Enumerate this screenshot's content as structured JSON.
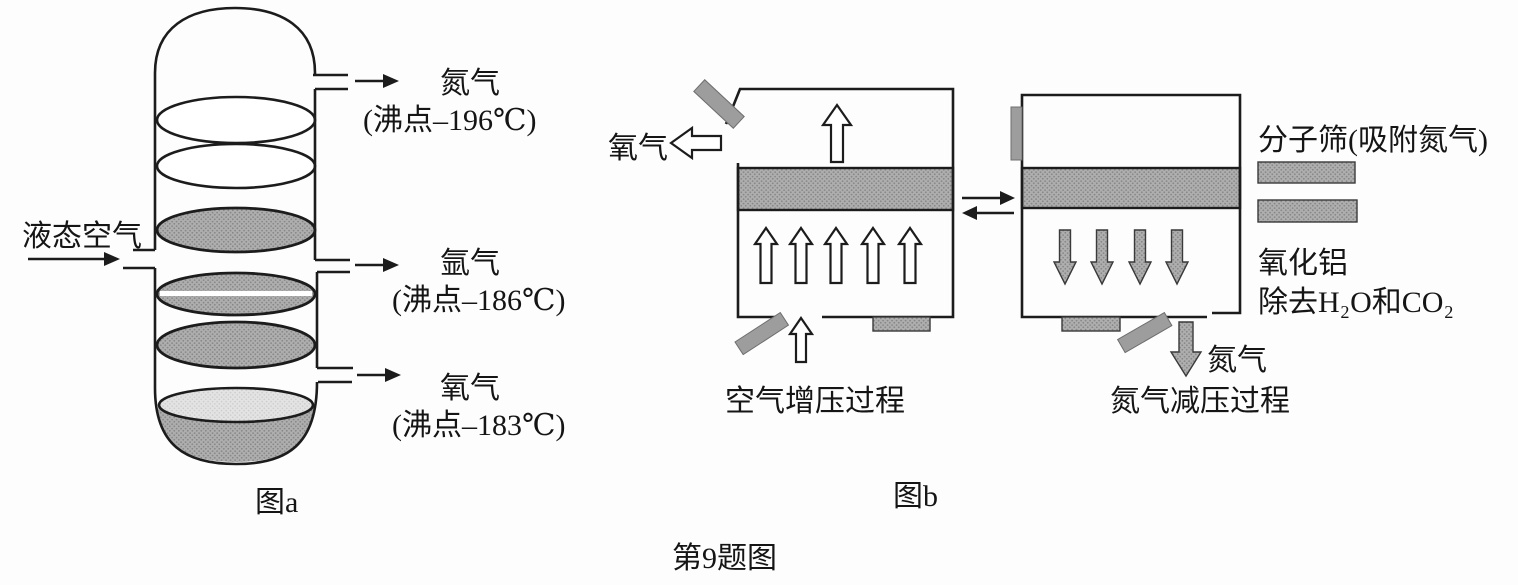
{
  "page_caption": "第9题图",
  "figure_a": {
    "caption": "图a",
    "inlet_label": "液态空气",
    "outlets": [
      {
        "gas": "氮气",
        "boiling_point": "(沸点–196℃)"
      },
      {
        "gas": "氩气",
        "boiling_point": "(沸点–186℃)"
      },
      {
        "gas": "氧气",
        "boiling_point": "(沸点–183℃)"
      }
    ]
  },
  "figure_b": {
    "caption": "图b",
    "oxygen_label": "氧气",
    "nitrogen_label": "氮气",
    "left_process_label": "空气增压过程",
    "right_process_label": "氮气减压过程",
    "legend": {
      "molecular_sieve": "分子筛(吸附氮气)",
      "alumina_line1": "氧化铝",
      "alumina_line2": "除去H₂O和CO₂"
    }
  },
  "colors": {
    "line": "#1c1c1c",
    "gray_fill": "#a8a8a8",
    "light_fill": "#e0e0e0"
  }
}
